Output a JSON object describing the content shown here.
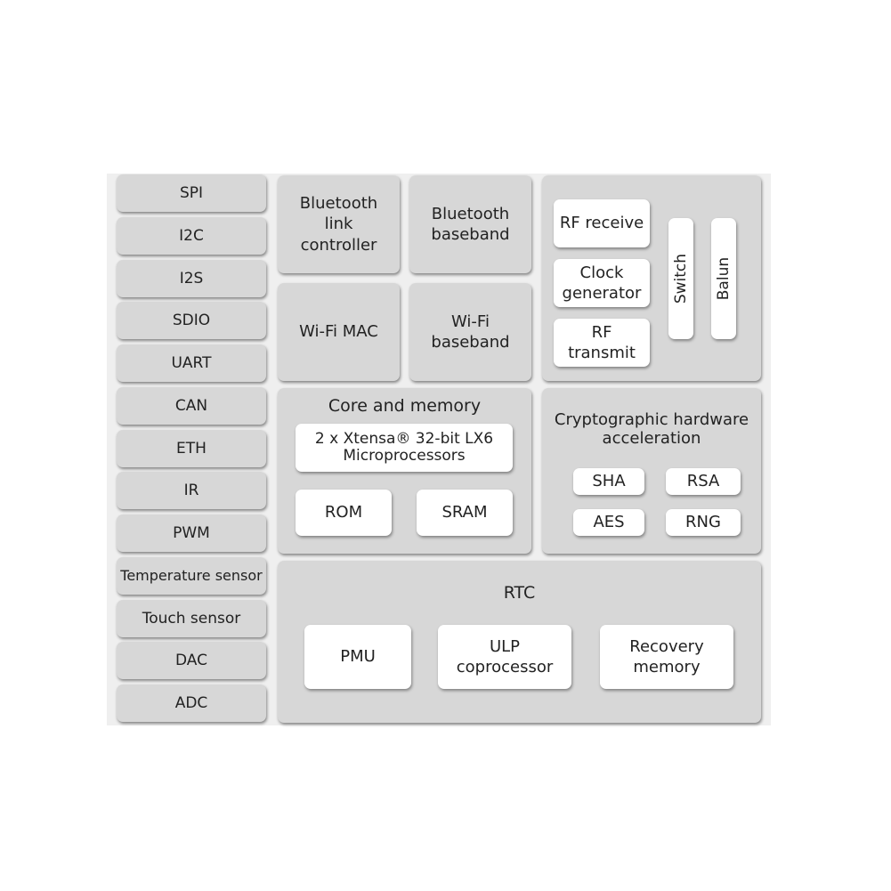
{
  "peripherals": [
    "SPI",
    "I2C",
    "I2S",
    "SDIO",
    "UART",
    "CAN",
    "ETH",
    "IR",
    "PWM",
    "Temperature sensor",
    "Touch sensor",
    "DAC",
    "ADC"
  ],
  "wireless": {
    "bt_link": "Bluetooth link controller",
    "bt_baseband": "Bluetooth baseband",
    "wifi_mac": "Wi-Fi MAC",
    "wifi_baseband": "Wi-Fi baseband"
  },
  "rf": {
    "rf_receive": "RF receive",
    "clock_generator": "Clock generator",
    "rf_transmit": "RF transmit",
    "switch": "Switch",
    "balun": "Balun"
  },
  "core": {
    "title": "Core and memory",
    "cpu": "2 x Xtensa® 32-bit LX6 Microprocessors",
    "rom": "ROM",
    "sram": "SRAM"
  },
  "crypto": {
    "title": "Cryptographic hardware acceleration",
    "sha": "SHA",
    "rsa": "RSA",
    "aes": "AES",
    "rng": "RNG"
  },
  "rtc": {
    "title": "RTC",
    "pmu": "PMU",
    "ulp": "ULP coprocessor",
    "recovery": "Recovery memory"
  }
}
